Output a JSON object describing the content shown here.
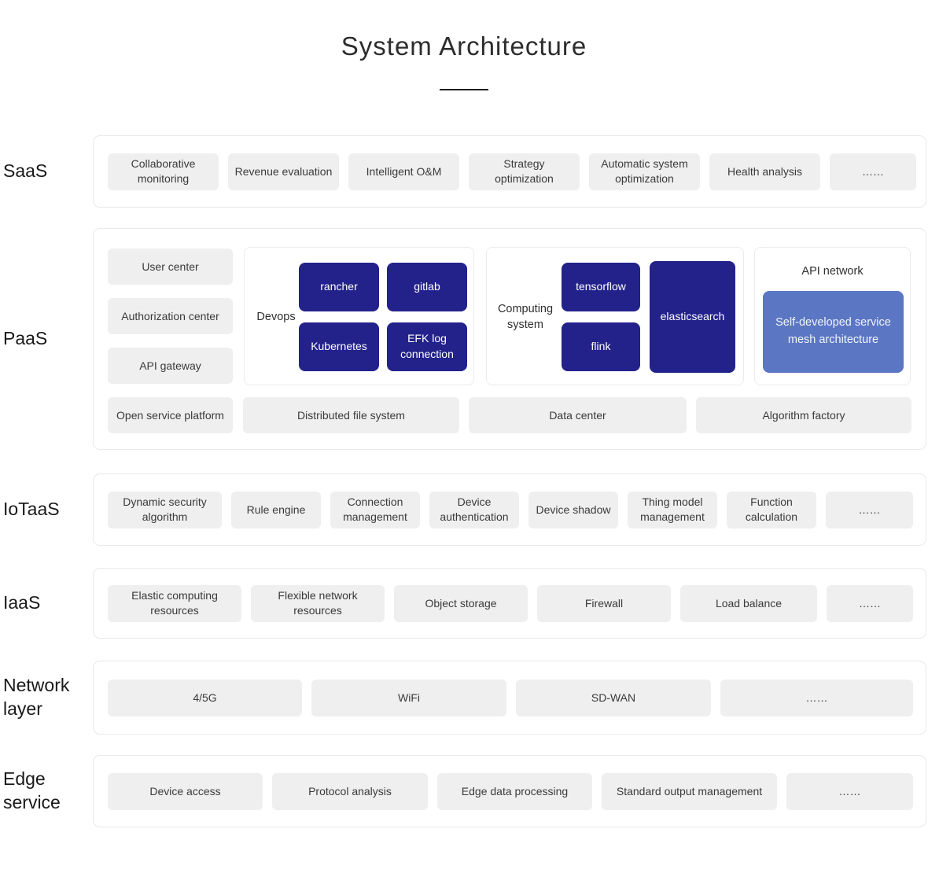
{
  "title": "System Architecture",
  "colors": {
    "dark_blue": "#23228b",
    "light_blue": "#5b76c3",
    "chip_bg": "#efefef",
    "row_border": "#e9e9e9",
    "text_dark": "#191919"
  },
  "layers": {
    "saas": {
      "label": "SaaS",
      "chips": [
        "Collaborative monitoring",
        "Revenue evaluation",
        "Intelligent O&M",
        "Strategy optimization",
        "Automatic system optimization",
        "Health analysis",
        "……"
      ]
    },
    "paas": {
      "label": "PaaS",
      "left_chips": [
        "User center",
        "Authorization center",
        "API gateway",
        "Open service platform"
      ],
      "devops": {
        "label": "Devops",
        "boxes": [
          "rancher",
          "gitlab",
          "Kubernetes",
          "EFK log connection"
        ]
      },
      "computing": {
        "label": "Computing system",
        "boxes": [
          "tensorflow",
          "flink",
          "elasticsearch"
        ]
      },
      "api_network": {
        "label": "API network",
        "box": "Self-developed service mesh architecture"
      },
      "bottom_chips": [
        "Distributed file system",
        "Data center",
        "Algorithm factory"
      ]
    },
    "iotaas": {
      "label": "IoTaaS",
      "chips": [
        "Dynamic security algorithm",
        "Rule engine",
        "Connection management",
        "Device authentication",
        "Device shadow",
        "Thing model management",
        "Function calculation",
        "……"
      ]
    },
    "iaas": {
      "label": "IaaS",
      "chips": [
        "Elastic computing resources",
        "Flexible network resources",
        "Object storage",
        "Firewall",
        "Load balance",
        "……"
      ]
    },
    "network": {
      "label": "Network layer",
      "chips": [
        "4/5G",
        "WiFi",
        "SD-WAN",
        "……"
      ]
    },
    "edge": {
      "label": "Edge service",
      "chips": [
        "Device access",
        "Protocol analysis",
        "Edge data processing",
        "Standard output management",
        "……"
      ]
    }
  }
}
